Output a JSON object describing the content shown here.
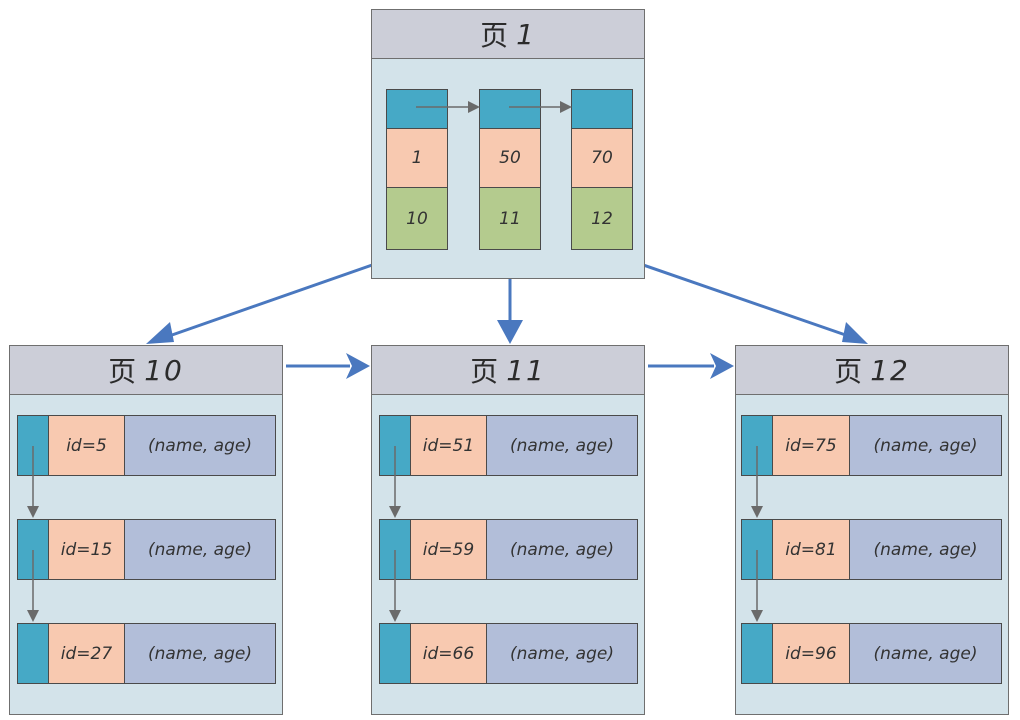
{
  "root_page": {
    "title_cjk": "页",
    "title_num": "1",
    "entries": [
      {
        "key": "1",
        "child": "10"
      },
      {
        "key": "50",
        "child": "11"
      },
      {
        "key": "70",
        "child": "12"
      }
    ]
  },
  "leaf_pages": [
    {
      "title_cjk": "页",
      "title_num": "10",
      "rows": [
        {
          "id": "id=5",
          "data": "(name, age)"
        },
        {
          "id": "id=15",
          "data": "(name, age)"
        },
        {
          "id": "id=27",
          "data": "(name, age)"
        }
      ]
    },
    {
      "title_cjk": "页",
      "title_num": "11",
      "rows": [
        {
          "id": "id=51",
          "data": "(name, age)"
        },
        {
          "id": "id=59",
          "data": "(name, age)"
        },
        {
          "id": "id=66",
          "data": "(name, age)"
        }
      ]
    },
    {
      "title_cjk": "页",
      "title_num": "12",
      "rows": [
        {
          "id": "id=75",
          "data": "(name, age)"
        },
        {
          "id": "id=81",
          "data": "(name, age)"
        },
        {
          "id": "id=96",
          "data": "(name, age)"
        }
      ]
    }
  ],
  "colors": {
    "page_bg": "#d3e3ea",
    "title_bg": "#ccced8",
    "pointer": "#46a9c6",
    "key": "#f8c9b0",
    "child_page": "#b4cb8e",
    "row_data": "#b2bed9",
    "tree_arrow": "#4a78bf",
    "inner_arrow": "#6a6a6a"
  }
}
